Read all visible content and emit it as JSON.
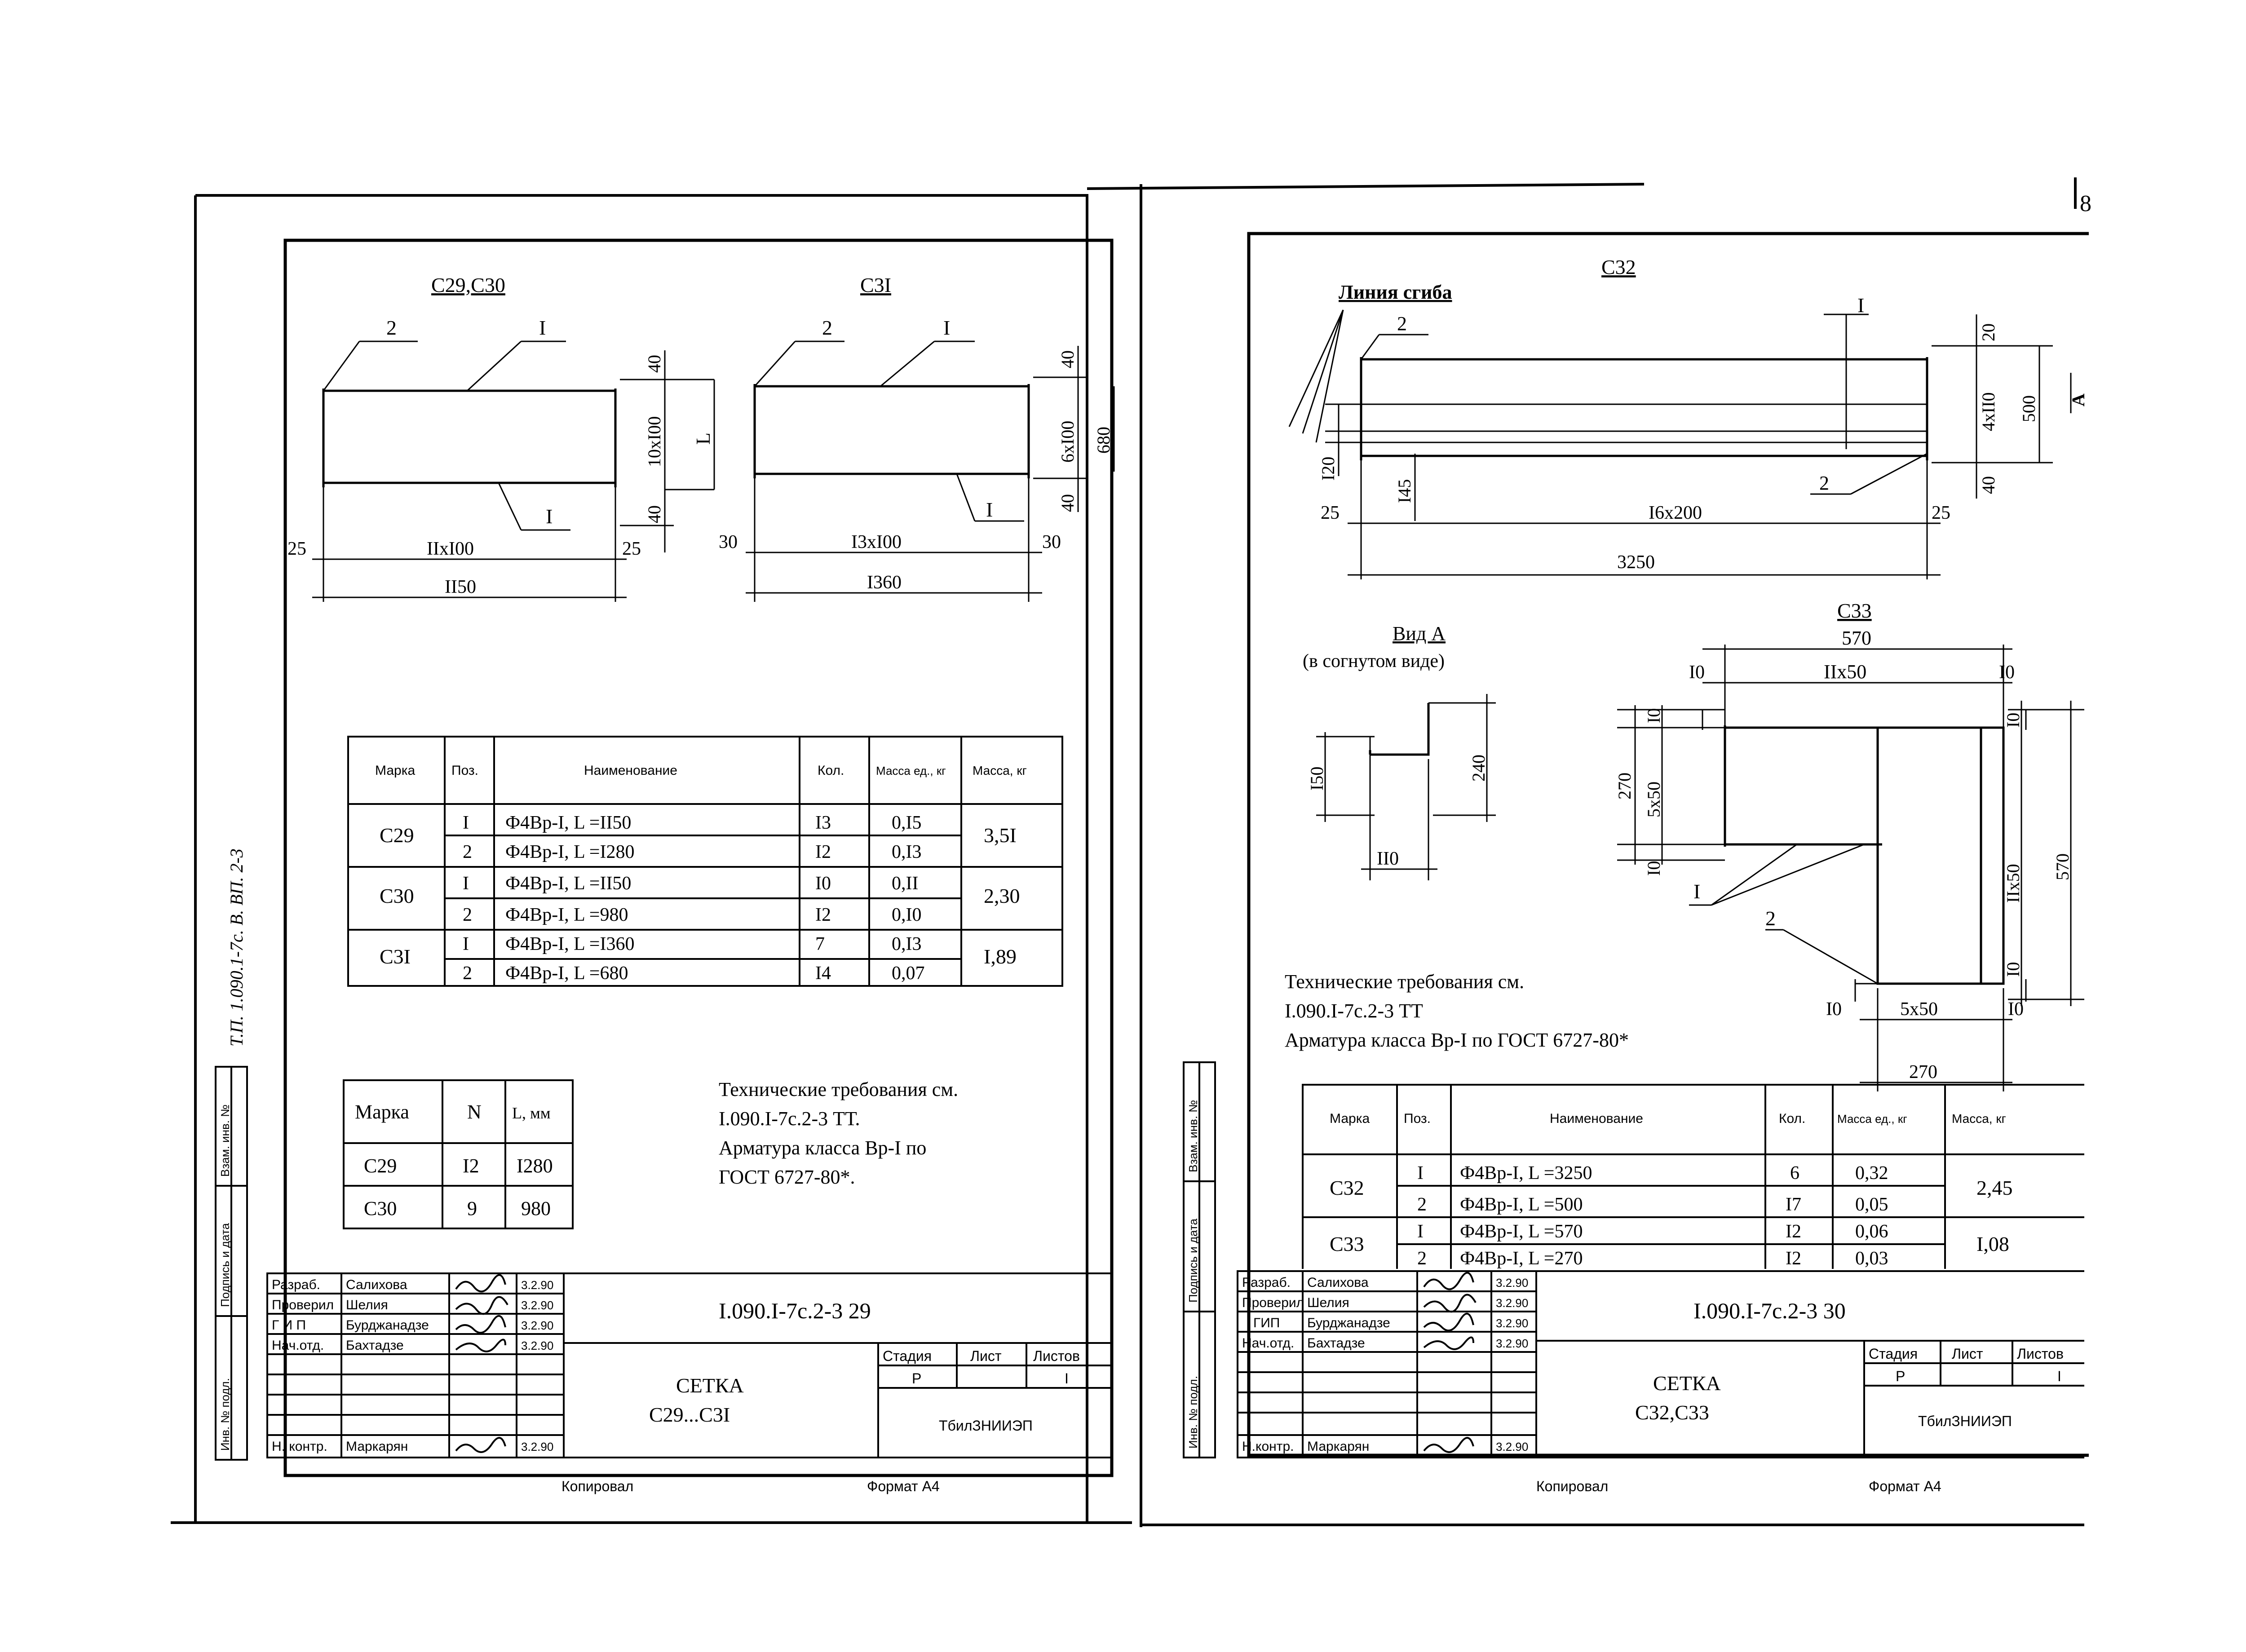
{
  "corner_mark": "8",
  "left_sheet": {
    "side_stamp": "Т.П. 1.090.1-7с. В. ВП. 2-3",
    "views": {
      "c29_c30": {
        "title": "С29,С30",
        "leader_2": "2",
        "leader_1_top": "I",
        "leader_1_bottom": "I",
        "dim_40_top": "40",
        "dim_10x100": "10xI00",
        "dim_L": "L",
        "dim_40_bottom": "40",
        "dim_25_left": "25",
        "dim_11x100": "IIxI00",
        "dim_25_right": "25",
        "dim_total": "II50"
      },
      "c31": {
        "title": "С3I",
        "leader_2": "2",
        "leader_1_top": "I",
        "leader_1_bottom": "I",
        "dim_40_top": "40",
        "dim_6x100": "6xI00",
        "dim_680": "680",
        "dim_40_bottom": "40",
        "dim_30_left": "30",
        "dim_13x100": "I3xI00",
        "dim_30_right": "30",
        "dim_total": "I360"
      }
    },
    "spec_table": {
      "headers": [
        "Марка",
        "Поз.",
        "Наименование",
        "Кол.",
        "Масса ед., кг",
        "Масса, кг"
      ],
      "groups": [
        {
          "mark": "С29",
          "mass": "3,5I",
          "rows": [
            {
              "pos": "I",
              "name": "Ф4Вр-I, L =II50",
              "qty": "I3",
              "unit": "0,I5"
            },
            {
              "pos": "2",
              "name": "Ф4Вр-I, L =I280",
              "qty": "I2",
              "unit": "0,I3"
            }
          ]
        },
        {
          "mark": "С30",
          "mass": "2,30",
          "rows": [
            {
              "pos": "I",
              "name": "Ф4Вр-I, L =II50",
              "qty": "I0",
              "unit": "0,II"
            },
            {
              "pos": "2",
              "name": "Ф4Вр-I, L =980",
              "qty": "I2",
              "unit": "0,I0"
            }
          ]
        },
        {
          "mark": "С3I",
          "mass": "I,89",
          "rows": [
            {
              "pos": "I",
              "name": "Ф4Вр-I, L =I360",
              "qty": "7",
              "unit": "0,I3"
            },
            {
              "pos": "2",
              "name": "Ф4Вр-I, L =680",
              "qty": "I4",
              "unit": "0,07"
            }
          ]
        }
      ]
    },
    "small_table": {
      "headers": [
        "Марка",
        "N",
        "L, мм"
      ],
      "rows": [
        {
          "mark": "С29",
          "n": "I2",
          "l": "I280"
        },
        {
          "mark": "С30",
          "n": "9",
          "l": "980"
        }
      ]
    },
    "notes": [
      "Технические требования см.",
      "I.090.I-7с.2-3 ТТ.",
      "Арматура класса Вр-I по",
      "ГОСТ 6727-80*."
    ],
    "side_labels": [
      "Взам. инв. №",
      "Подпись и дата",
      "Инв. № подл."
    ],
    "title_block": {
      "roles": [
        "Разраб.",
        "Проверил",
        "Г И П",
        "Нач.отд.",
        "",
        "",
        "Н. контр."
      ],
      "names": [
        "Салихова",
        "Шелия",
        "Бурджанадзе",
        "Бахтадзе",
        "",
        "",
        "Маркарян"
      ],
      "dates": [
        "3.2.90",
        "3.2.90",
        "3.2.90",
        "3.2.90",
        "",
        "",
        "3.2.90"
      ],
      "designation": "I.090.I-7с.2-3 29",
      "name_line1": "СЕТКА",
      "name_line2": "С29...С3I",
      "stage_label": "Стадия",
      "sheet_label": "Лист",
      "sheets_label": "Листов",
      "stage_value": "Р",
      "sheets_value": "I",
      "org": "ТбилЗНИИЭП"
    },
    "footer_left": "Копировал",
    "footer_right": "Формат А4"
  },
  "right_sheet": {
    "c32": {
      "title": "С32",
      "bend_label": "Линия сгиба",
      "leader_2_top": "2",
      "leader_1": "I",
      "leader_2_bottom": "2",
      "dim_20": "20",
      "dim_4x110": "4xII0",
      "dim_500": "500",
      "arrow_A": "А",
      "dim_40": "40",
      "dim_120": "I20",
      "dim_145": "I45",
      "dim_25_left": "25",
      "dim_16x200": "I6x200",
      "dim_25_right": "25",
      "dim_total": "3250"
    },
    "view_a": {
      "title": "Вид А",
      "subtitle": "(в согнутом виде)",
      "dim_150": "I50",
      "dim_240": "240",
      "dim_110": "II0"
    },
    "c33": {
      "title": "С33",
      "dim_570_top": "570",
      "dim_10_tl": "I0",
      "dim_11x50": "IIx50",
      "dim_10_tr": "I0",
      "dim_10_left_top": "I0",
      "dim_270_left": "270",
      "dim_5x50_left": "5x50",
      "dim_10_left_bottom": "I0",
      "dim_10_right_top": "I0",
      "dim_11x50_right": "IIx50",
      "dim_570_right": "570",
      "dim_10_right_bottom": "I0",
      "leader_1": "I",
      "leader_2": "2",
      "dim_10_bl": "I0",
      "dim_5x50_bottom": "5x50",
      "dim_10_br": "I0",
      "dim_270_bottom": "270"
    },
    "notes": [
      "Технические требования см.",
      "I.090.I-7с.2-3 ТТ",
      "Арматура класса Вр-I по ГОСТ 6727-80*"
    ],
    "spec_table": {
      "headers": [
        "Марка",
        "Поз.",
        "Наименование",
        "Кол.",
        "Масса ед., кг",
        "Масса, кг"
      ],
      "groups": [
        {
          "mark": "С32",
          "mass": "2,45",
          "rows": [
            {
              "pos": "I",
              "name": "Ф4Вр-I, L =3250",
              "qty": "6",
              "unit": "0,32"
            },
            {
              "pos": "2",
              "name": "Ф4Вр-I, L =500",
              "qty": "I7",
              "unit": "0,05"
            }
          ]
        },
        {
          "mark": "С33",
          "mass": "I,08",
          "rows": [
            {
              "pos": "I",
              "name": "Ф4Вр-I, L =570",
              "qty": "I2",
              "unit": "0,06"
            },
            {
              "pos": "2",
              "name": "Ф4Вр-I, L =270",
              "qty": "I2",
              "unit": "0,03"
            }
          ]
        }
      ]
    },
    "side_labels": [
      "Взам. инв. №",
      "Подпись и дата",
      "Инв. № подл."
    ],
    "title_block": {
      "roles": [
        "Разраб.",
        "Проверил",
        "ГИП",
        "Нач.отд.",
        "",
        "",
        "Н.контр."
      ],
      "names": [
        "Салихова",
        "Шелия",
        "Бурджанадзе",
        "Бахтадзе",
        "",
        "",
        "Маркарян"
      ],
      "dates": [
        "3.2.90",
        "3.2.90",
        "3.2.90",
        "3.2.90",
        "",
        "",
        "3.2.90"
      ],
      "designation": "I.090.I-7с.2-3 30",
      "name_line1": "СЕТКА",
      "name_line2": "С32,С33",
      "stage_label": "Стадия",
      "sheet_label": "Лист",
      "sheets_label": "Листов",
      "stage_value": "Р",
      "sheets_value": "I",
      "org": "ТбилЗНИИЭП"
    },
    "footer_left": "Копировал",
    "footer_right": "Формат А4"
  }
}
